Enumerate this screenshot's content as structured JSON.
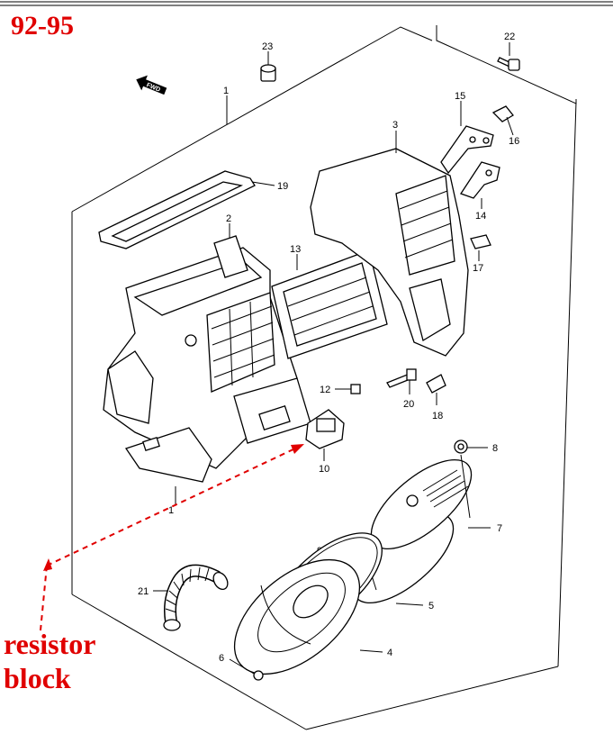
{
  "header": {
    "year_range": "92-95"
  },
  "annotation": {
    "line1": "resistor",
    "line2": "block",
    "arrow_color": "#e00000"
  },
  "fwd_mark": "FWD",
  "callouts": {
    "c1": "1",
    "c1b": "1",
    "c2": "2",
    "c3": "3",
    "c4": "4",
    "c5": "5",
    "c6": "6",
    "c7": "7",
    "c8": "8",
    "c9": "9",
    "c10": "10",
    "c12": "12",
    "c13": "13",
    "c14": "14",
    "c15": "15",
    "c16": "16",
    "c17": "17",
    "c18": "18",
    "c19": "19",
    "c20": "20",
    "c21": "21",
    "c22": "22",
    "c23": "23"
  },
  "colors": {
    "accent": "#e00000",
    "line": "#000000"
  }
}
